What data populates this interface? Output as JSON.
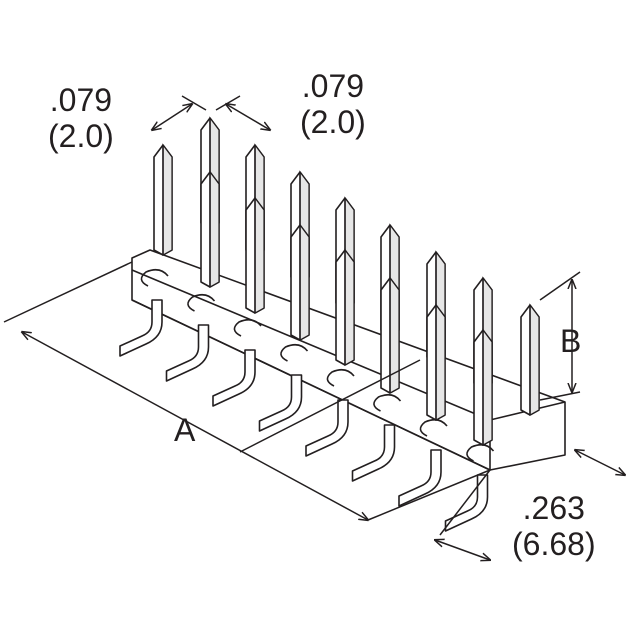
{
  "dimensions": {
    "pitch_left": {
      "inch": ".079",
      "mm": "(2.0)"
    },
    "pitch_right": {
      "inch": ".079",
      "mm": "(2.0)"
    },
    "length_label": "A",
    "height_label": "B",
    "depth": {
      "inch": ".263",
      "mm": "(6.68)"
    }
  },
  "colors": {
    "line": "#231f20",
    "fill": "#ffffff",
    "shade": "#e6e6e6"
  }
}
